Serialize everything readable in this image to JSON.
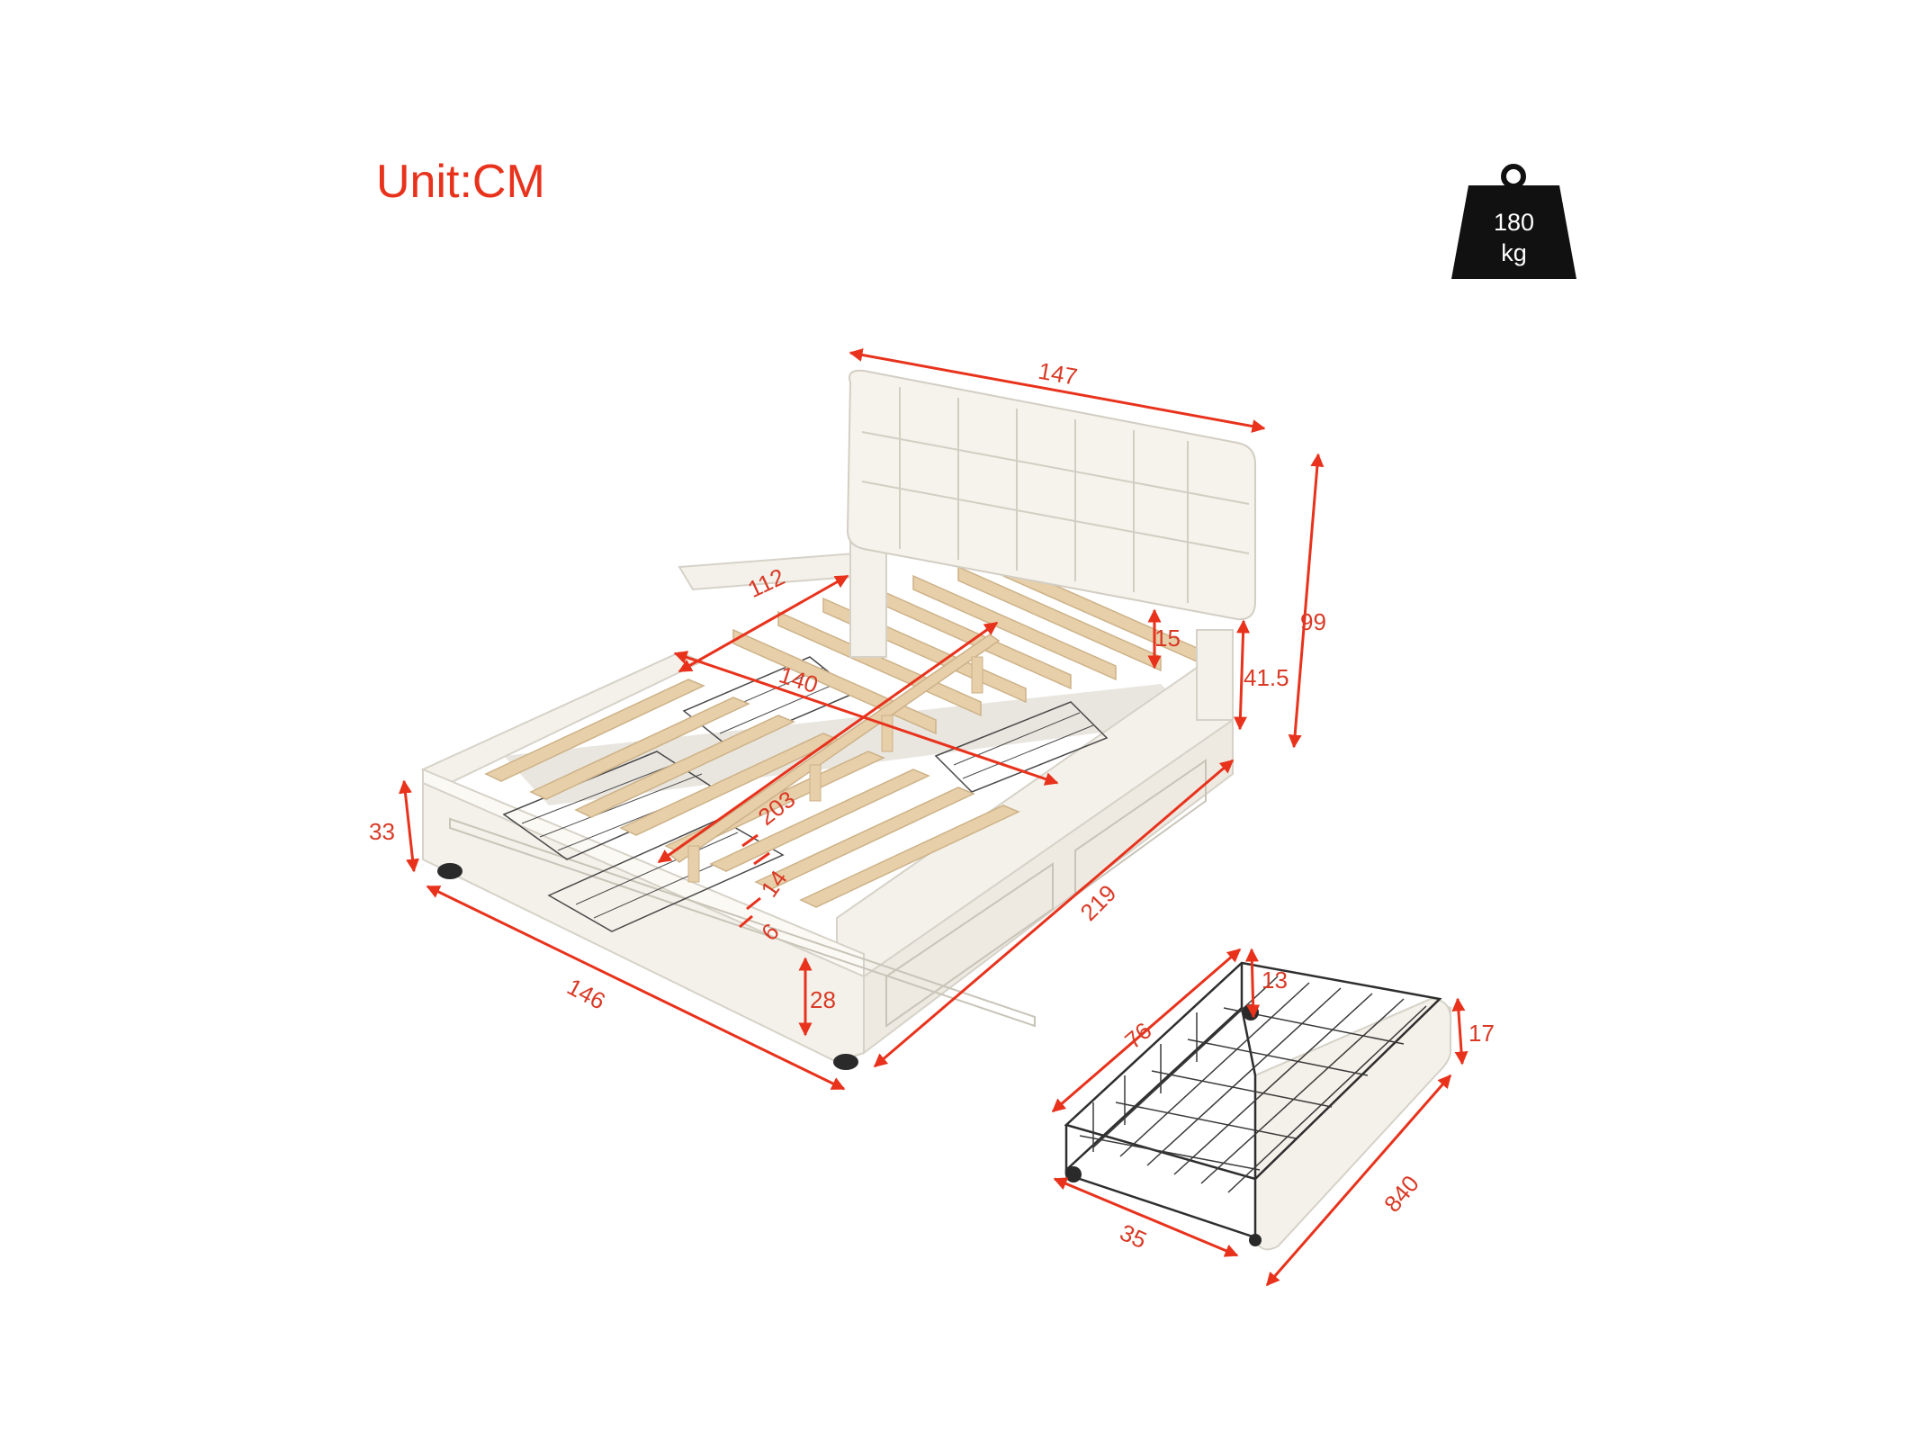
{
  "unit_label": "Unit:CM",
  "weight": {
    "value": "180",
    "unit": "kg"
  },
  "dimensions": {
    "headboard_width": "147",
    "total_height": "99",
    "headboard_gap_width": "112",
    "headboard_clearance": "15",
    "side_rail_height": "41.5",
    "slat_width": "140",
    "slat_length": "203",
    "frame_height": "33",
    "slat_spacing": "14",
    "slat_thickness": "6",
    "total_length": "219",
    "footboard_width": "146",
    "footboard_height": "28",
    "drawer_depth": "76",
    "drawer_inner_height": "13",
    "drawer_front_height": "17",
    "drawer_length": "840",
    "drawer_width": "35"
  },
  "colors": {
    "dimension": "#e8321c",
    "upholstery": "#f4f1ea",
    "slat": "#e7cfa9",
    "wire": "#3a3a3a",
    "weight_icon": "#111111"
  }
}
